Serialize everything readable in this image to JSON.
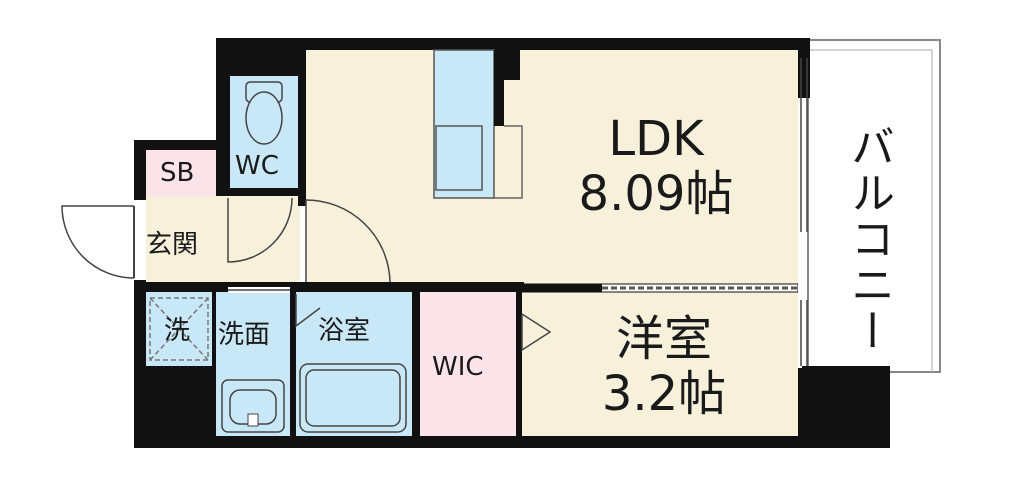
{
  "floorplan": {
    "rooms": {
      "ldk": {
        "name": "LDK",
        "size": "8.09帖"
      },
      "bedroom": {
        "name": "洋室",
        "size": "3.2帖"
      },
      "wic": "WIC",
      "bath": "浴室",
      "washroom": "洗面",
      "laundry": "洗",
      "toilet": "WC",
      "shoebox": "SB",
      "entrance": "玄関",
      "balcony": "バルコニー"
    },
    "colors": {
      "wall": "#111111",
      "ldk_floor": "#f7f1dc",
      "wet_area": "#c9e8f7",
      "storage": "#fbe3ea",
      "balcony": "#ffffff"
    }
  }
}
